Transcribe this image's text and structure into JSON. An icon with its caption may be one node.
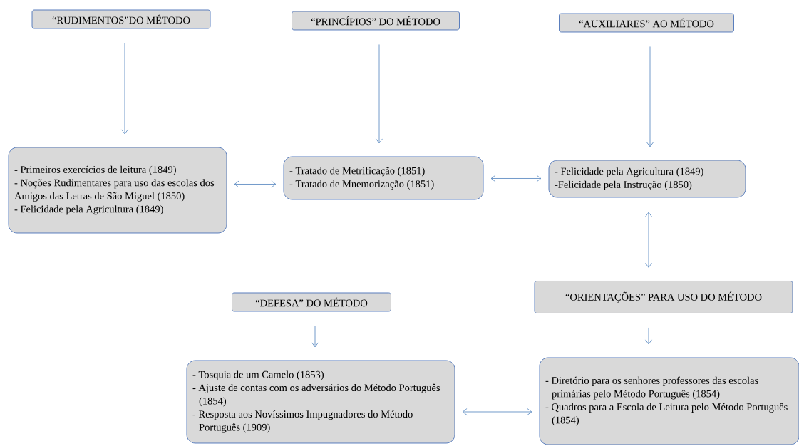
{
  "diagram": {
    "nodes": [
      {
        "text": [
          "“RUDIMENTOS”DO MÉTODO"
        ]
      },
      {
        "text": [
          "“PRINCÍPIOS” DO MÉTODO"
        ]
      },
      {
        "text": [
          "“AUXILIARES” AO MÉTODO"
        ]
      },
      {
        "text": [
          "- Primeiros exercícios de leitura (1849)",
          "- Noções Rudimentares para uso das escolas dos Amigos das Letras de São Miguel (1850)",
          "- Felicidade pela Agricultura (1849)"
        ]
      },
      {
        "text": [
          "- Tratado de Metrificação (1851)",
          "- Tratado de Mnemorização (1851)"
        ]
      },
      {
        "text": [
          "- Felicidade pela Agricultura (1849)",
          "-Felicidade pela Instrução (1850)"
        ]
      },
      {
        "text": [
          "“DEFESA” DO MÉTODO"
        ]
      },
      {
        "text": [
          "“ORIENTAÇÕES” PARA USO DO MÉTODO"
        ]
      },
      {
        "text": [
          "- Tosquia de um Camelo (1853)",
          "- Ajuste de contas com os adversários do Método Português (1854)",
          "- Resposta aos Novíssimos Impugnadores do Método Português (1909)"
        ]
      },
      {
        "text": [
          "- Diretório para os senhores professores das escolas primárias pelo Método Português (1854)",
          "- Quadros para a Escola de Leitura pelo Método Português (1854)"
        ]
      }
    ],
    "edges": [
      {
        "from": 0,
        "to": 3,
        "arrow": "to"
      },
      {
        "from": 1,
        "to": 4,
        "arrow": "to"
      },
      {
        "from": 2,
        "to": 5,
        "arrow": "to"
      },
      {
        "from": 3,
        "to": 4,
        "arrow": "both"
      },
      {
        "from": 4,
        "to": 5,
        "arrow": "both"
      },
      {
        "from": 5,
        "to": 7,
        "arrow": "both"
      },
      {
        "from": 6,
        "to": 8,
        "arrow": "to"
      },
      {
        "from": 7,
        "to": 9,
        "arrow": "to"
      },
      {
        "from": 8,
        "to": 9,
        "arrow": "both"
      }
    ]
  }
}
